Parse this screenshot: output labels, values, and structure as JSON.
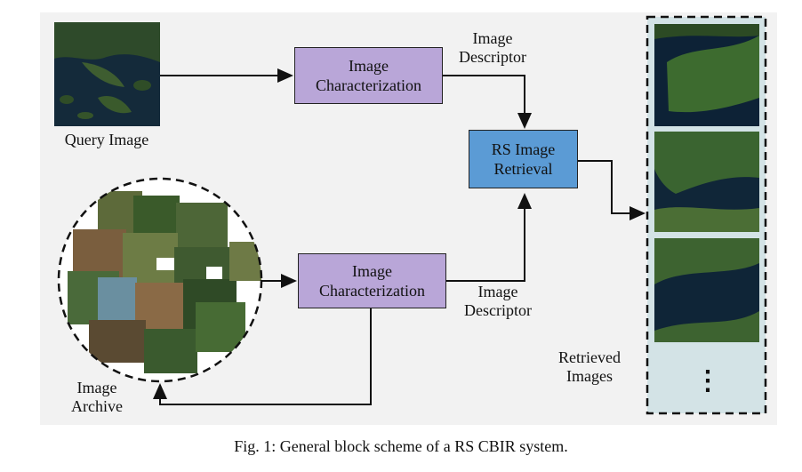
{
  "query_image_label": "Query Image",
  "archive_label_line1": "Image",
  "archive_label_line2": "Archive",
  "char_box_top": {
    "line1": "Image",
    "line2": "Characterization"
  },
  "char_box_bottom": {
    "line1": "Image",
    "line2": "Characterization"
  },
  "retrieval_box": {
    "line1": "RS Image",
    "line2": "Retrieval"
  },
  "descriptor_top": {
    "line1": "Image",
    "line2": "Descriptor"
  },
  "descriptor_bottom": {
    "line1": "Image",
    "line2": "Descriptor"
  },
  "retrieved_label": {
    "line1": "Retrieved",
    "line2": "Images"
  },
  "ellipsis": "⋮",
  "caption": "Fig. 1: General block scheme of a RS CBIR system.",
  "colors": {
    "characterization_box": "#b9a6d8",
    "retrieval_box": "#5b9bd5",
    "retrieved_panel": "#d3e3e6",
    "water": "#0d2236",
    "forest": "#3d6b2f"
  }
}
